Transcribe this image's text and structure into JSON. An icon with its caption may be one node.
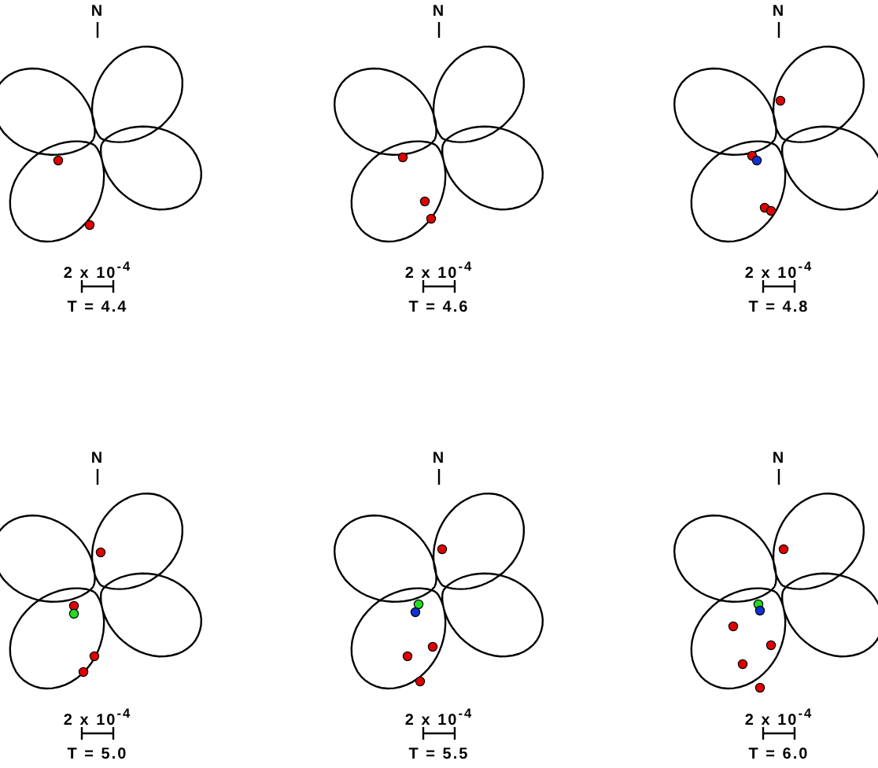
{
  "diagram": {
    "labels": [
      "N",
      "N",
      "N",
      "2 x 10$^{-4}$",
      "2 x 10$^{-4}$",
      "2 x 10$^{-4}$",
      "T = 4.4",
      "T = 4.6",
      "T = 4.8",
      "N",
      "N",
      "N",
      "2 x 10$^{-4}$",
      "2 x 10$^{-4}$",
      "2 x 10$^{-4}$",
      "T = 5.0",
      "T = 5.5",
      "T = 6.0"
    ]
  }
}
